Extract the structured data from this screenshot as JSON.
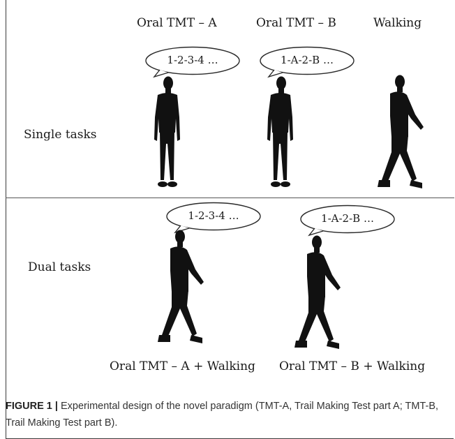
{
  "columns": {
    "oral_a": "Oral TMT – A",
    "oral_b": "Oral TMT – B",
    "walking": "Walking"
  },
  "rows": {
    "single": "Single tasks",
    "dual": "Dual tasks"
  },
  "bubbles": {
    "single_a": "1-2-3-4 …",
    "single_b": "1-A-2-B …",
    "dual_a": "1-2-3-4 …",
    "dual_b": "1-A-2-B …"
  },
  "dual_conditions": {
    "a_walking": "Oral TMT – A + Walking",
    "b_walking": "Oral TMT – B + Walking"
  },
  "caption": {
    "label": "FIGURE 1 |",
    "text": " Experimental design of the novel paradigm (TMT-A, Trail Making Test part A; TMT-B, Trail Making Test part B)."
  },
  "colors": {
    "silhouette": "#111111",
    "lines": "#3a3a3a"
  }
}
